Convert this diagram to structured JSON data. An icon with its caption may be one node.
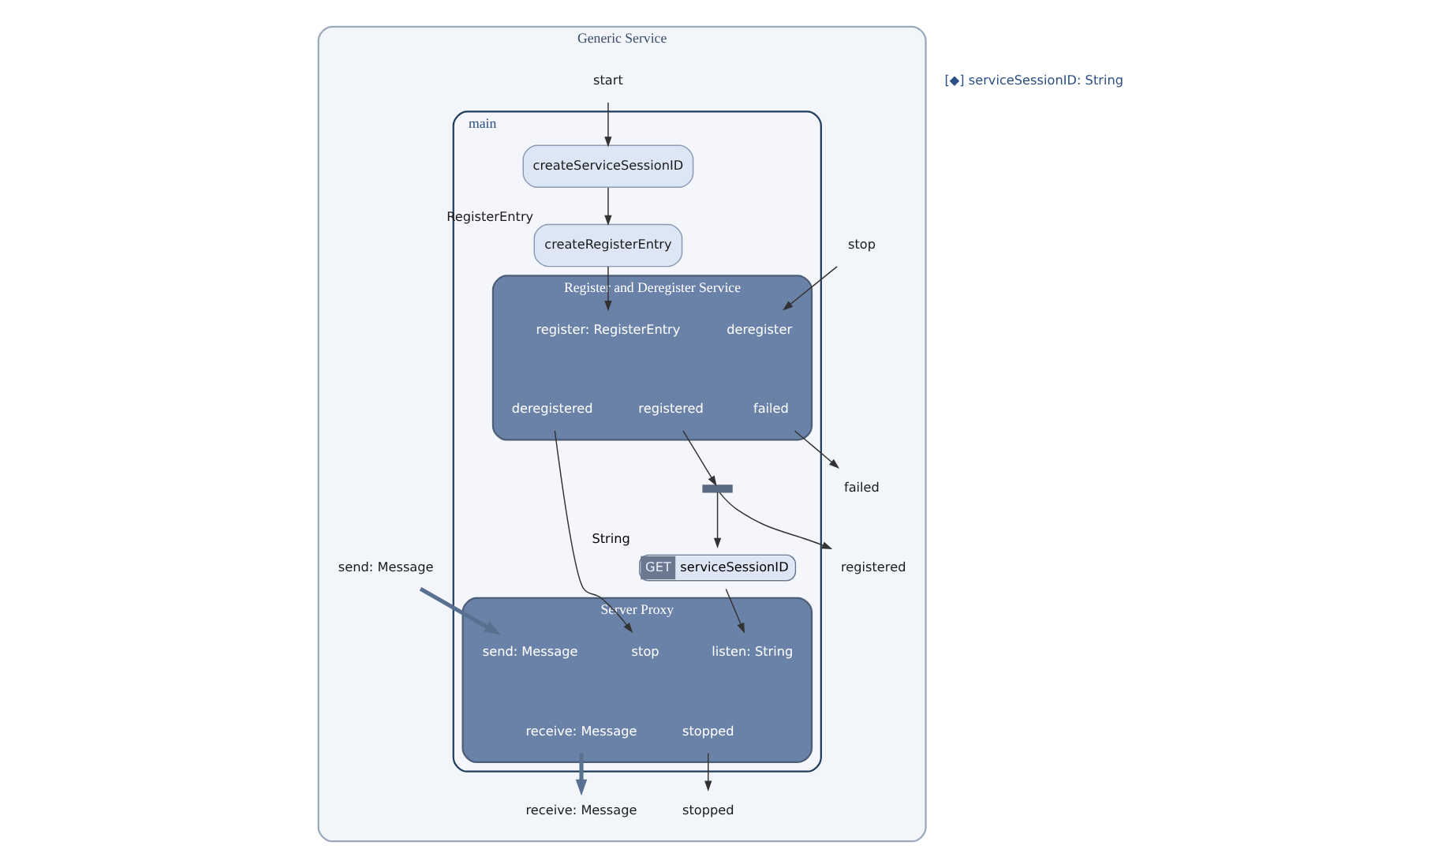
{
  "diagram": {
    "nodes": [
      {
        "text": [
          "Generic Service"
        ]
      },
      {
        "text": [
          "main"
        ],
        "in": 0
      },
      {
        "text": [
          "start"
        ],
        "in": 0
      },
      {
        "text": [
          "stop"
        ],
        "in": 0
      },
      {
        "text": [
          "createServiceSessionID"
        ],
        "in": 1
      },
      {
        "text": [
          "createRegisterEntry"
        ],
        "in": 1,
        "beside": [
          "RegisterEntry"
        ]
      },
      {
        "text": [
          "Register and Deregister Service"
        ],
        "in": 1
      },
      {
        "text": [
          "register: RegisterEntry"
        ],
        "in": 6
      },
      {
        "text": [
          "deregister"
        ],
        "in": 6
      },
      {
        "text": [
          "registered"
        ],
        "in": 6
      },
      {
        "text": [
          "failed"
        ],
        "in": 6
      },
      {
        "text": [
          "deregistered"
        ],
        "in": 6
      },
      {
        "text": [],
        "shape": "bar",
        "in": 1
      },
      {
        "text": [
          "GET",
          "serviceSessionID"
        ],
        "in": 1,
        "beside": [
          "String"
        ]
      },
      {
        "text": [
          "Server Proxy"
        ],
        "in": 1
      },
      {
        "text": [
          "listen: String"
        ],
        "in": 14
      },
      {
        "text": [
          "stop"
        ],
        "in": 14
      },
      {
        "text": [
          "receive: Message"
        ],
        "in": 14
      },
      {
        "text": [
          "send: Message"
        ],
        "in": 14
      },
      {
        "text": [
          "stopped"
        ],
        "in": 14
      },
      {
        "text": [
          "registered"
        ],
        "in": 0
      },
      {
        "text": [
          "receive: Message"
        ],
        "in": 0
      },
      {
        "text": [
          "send: Message"
        ],
        "in": 0
      },
      {
        "text": [
          "failed"
        ],
        "in": 0
      },
      {
        "text": [
          "stopped"
        ],
        "in": 0
      }
    ],
    "edges": [
      {
        "from": 2,
        "to": 4,
        "arrow": "to"
      },
      {
        "from": 4,
        "to": 5,
        "arrow": "to"
      },
      {
        "from": 5,
        "to": 7,
        "arrow": "to"
      },
      {
        "from": 3,
        "to": 8,
        "arrow": "to"
      },
      {
        "from": 9,
        "to": 12,
        "arrow": "to"
      },
      {
        "from": 12,
        "to": 20,
        "arrow": "to"
      },
      {
        "from": 12,
        "to": 13,
        "arrow": "to"
      },
      {
        "from": 13,
        "to": 15,
        "arrow": "to"
      },
      {
        "from": 10,
        "to": 23,
        "arrow": "to"
      },
      {
        "from": 11,
        "to": 16,
        "arrow": "to"
      },
      {
        "from": 17,
        "to": 21,
        "arrow": "to",
        "color": "#5a7090",
        "style": "thick"
      },
      {
        "from": 22,
        "to": 18,
        "arrow": "to",
        "color": "#5a7090",
        "style": "thick"
      },
      {
        "from": 19,
        "to": 24,
        "arrow": "to"
      }
    ],
    "labels": [
      "[◆] serviceSessionID: String"
    ]
  }
}
